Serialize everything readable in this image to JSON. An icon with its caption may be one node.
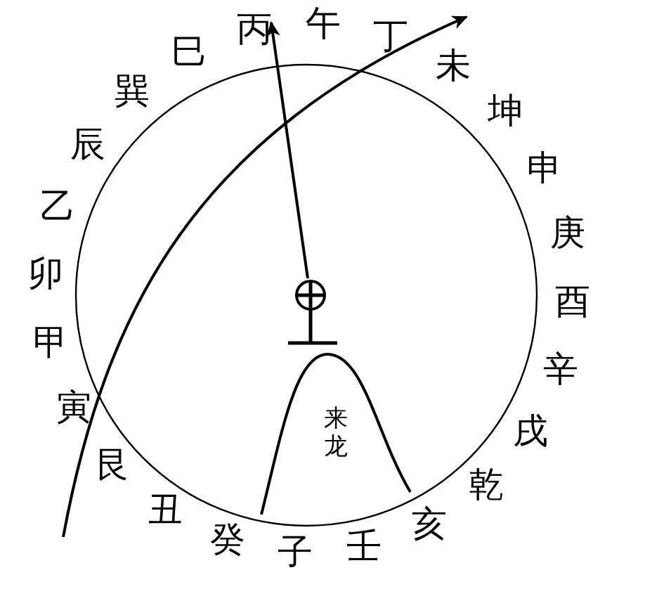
{
  "diagram": {
    "nodes": [
      {
        "text": [
          "来龙"
        ]
      }
    ],
    "labels": [
      "丙",
      "午",
      "丁",
      "未",
      "坤",
      "申",
      "庚",
      "酉",
      "辛",
      "戌",
      "乾",
      "亥",
      "壬",
      "子",
      "癸",
      "丑",
      "艮",
      "寅",
      "甲",
      "卯",
      "乙",
      "辰",
      "巽",
      "巳"
    ]
  }
}
